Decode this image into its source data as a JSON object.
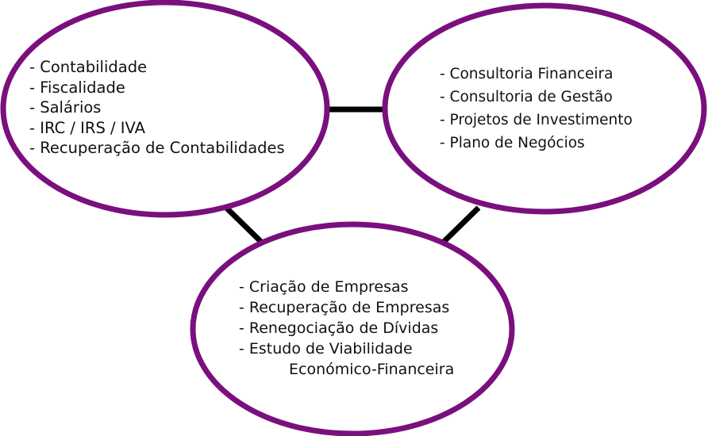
{
  "colors": {
    "ellipse_stroke": "#7a0f7e",
    "ellipse_fill": "#ffffff",
    "connector": "#000000",
    "text": "#111111"
  },
  "nodes": {
    "left": {
      "items": [
        "- Contabilidade",
        "- Fiscalidade",
        "- Salários",
        "- IRC / IRS / IVA",
        "- Recuperação de Contabilidades"
      ]
    },
    "right": {
      "items": [
        "- Consultoria Financeira",
        "- Consultoria de Gestão",
        "- Projetos de Investimento",
        "- Plano de Negócios"
      ]
    },
    "bottom": {
      "items": [
        "- Criação de Empresas",
        "- Recuperação de Empresas",
        "- Renegociação de Dívidas",
        "- Estudo de Viabilidade",
        "Económico-Financeira"
      ]
    }
  }
}
